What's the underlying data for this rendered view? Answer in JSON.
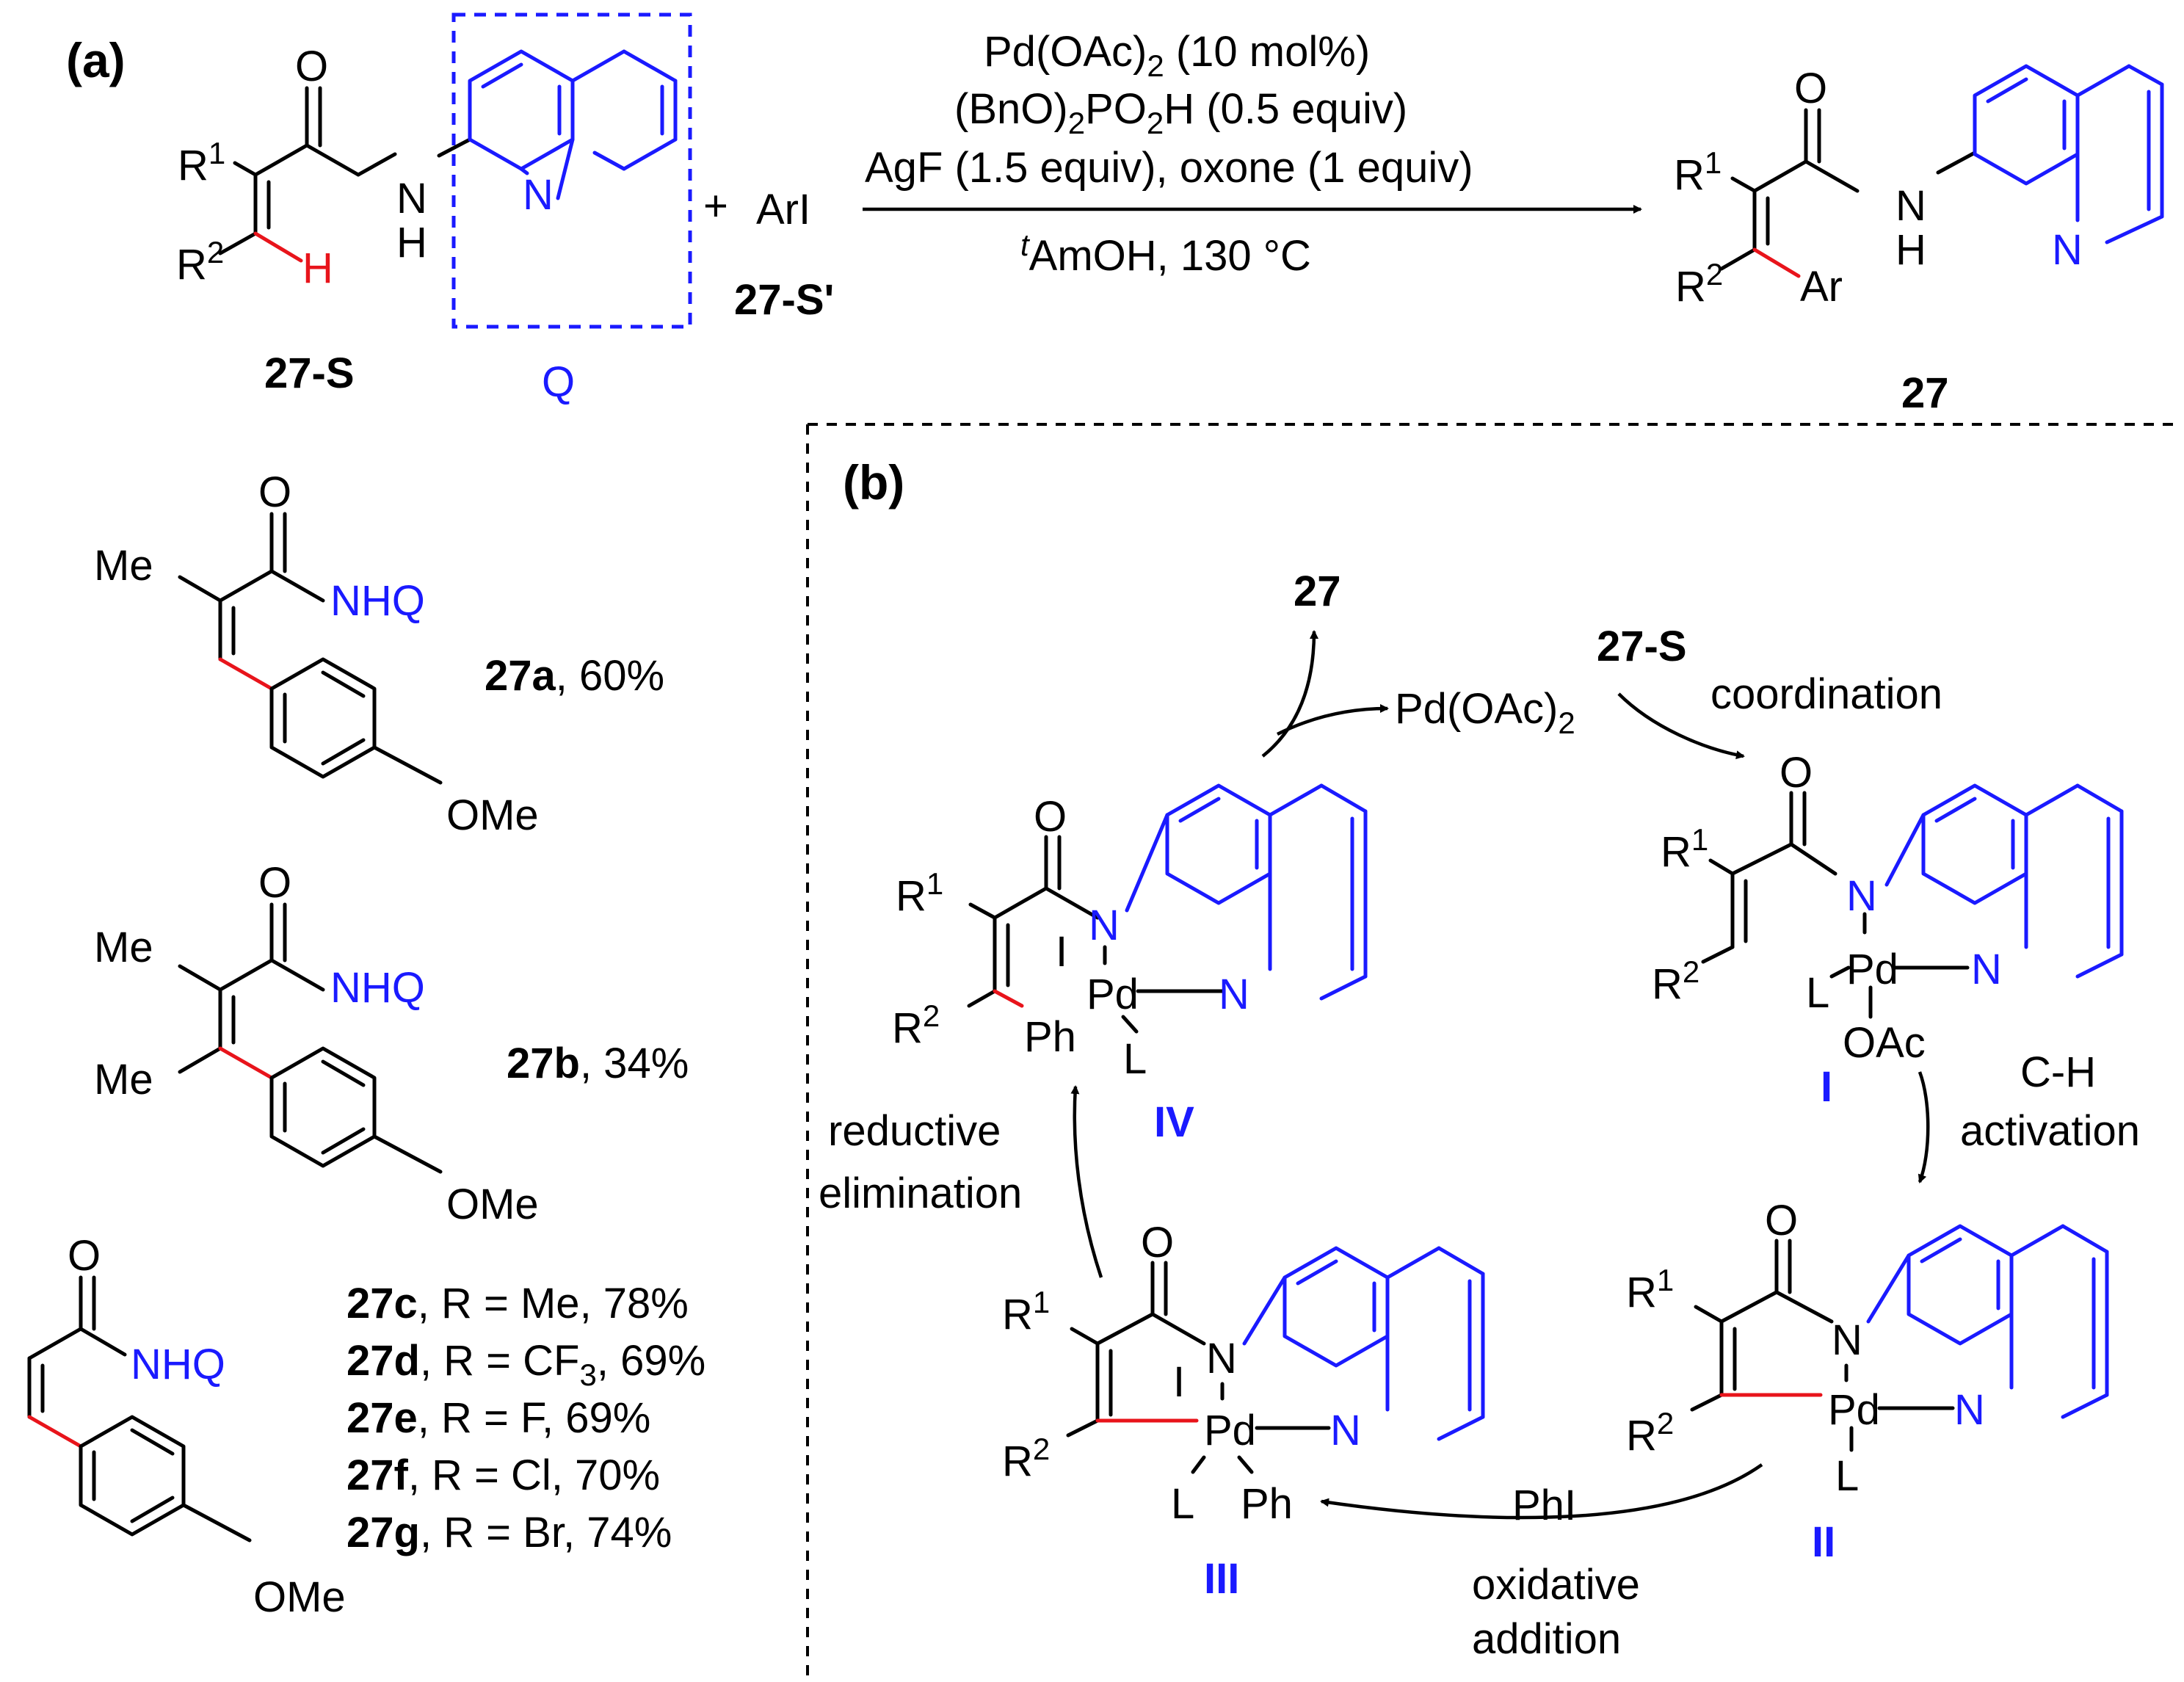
{
  "panel_a": {
    "label": "(a)",
    "reactant_id": "27-S",
    "reagent": "ArI",
    "reagent_id": "27-S'",
    "plus": "+",
    "q_label": "Q",
    "product_id": "27",
    "conditions": {
      "line1": "Pd(OAc)2 (10 mol%)",
      "line2": "(BnO)2PO2H (0.5 equiv)",
      "line3": "AgF (1.5 equiv), oxone (1 equiv)",
      "line4": "tAmOH, 130 °C"
    },
    "atoms": {
      "R1": "R1",
      "R2": "R2",
      "O": "O",
      "N": "N",
      "H": "H",
      "NH": "N",
      "Ar": "Ar"
    }
  },
  "examples": [
    {
      "id": "27a",
      "text": ", 60%"
    },
    {
      "id": "27b",
      "text": ", 34%"
    },
    {
      "id": "27c",
      "text": ", R = Me, 78%"
    },
    {
      "id": "27d",
      "text": ", R = CF3, 69%"
    },
    {
      "id": "27e",
      "text": ", R = F, 69%"
    },
    {
      "id": "27f",
      "text": ", R = Cl, 70%"
    },
    {
      "id": "27g",
      "text": ", R = Br, 74%"
    }
  ],
  "example_labels": {
    "Me": "Me",
    "NHQ": "NHQ",
    "OMe": "OMe",
    "O": "O"
  },
  "panel_b": {
    "label": "(b)",
    "product_out": "27",
    "substrate_in": "27-S",
    "catalyst": "Pd(OAc)2",
    "steps": {
      "coordination": "coordination",
      "ch_activation_1": "C-H",
      "ch_activation_2": "activation",
      "phi": "PhI",
      "oxidative_1": "oxidative",
      "oxidative_2": "addition",
      "reductive_1": "reductive",
      "reductive_2": "elimination"
    },
    "intermediates": [
      "I",
      "II",
      "III",
      "IV"
    ],
    "atoms": {
      "Pd": "Pd",
      "L": "L",
      "OAc": "OAc",
      "Ph": "Ph",
      "I_ligand": "I"
    }
  },
  "colors": {
    "quinoline": "#1a1aff",
    "new_bond": "#e8141b",
    "text": "#000000"
  }
}
